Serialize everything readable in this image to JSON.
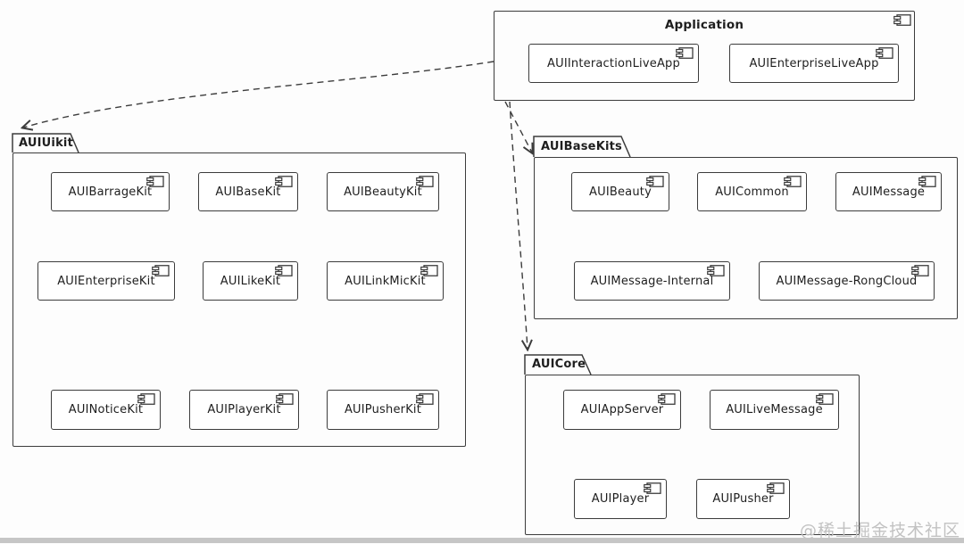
{
  "diagram_type": "uml-component-diagram",
  "packages": [
    {
      "name": "Application",
      "shape": "rectangle",
      "components": [
        "AUIInteractionLiveApp",
        "AUIEnterpriseLiveApp"
      ]
    },
    {
      "name": "AUIUikit",
      "shape": "folder",
      "components": [
        "AUIBarrageKit",
        "AUIBaseKit",
        "AUIBeautyKit",
        "AUIEnterpriseKit",
        "AUILikeKit",
        "AUILinkMicKit",
        "AUINoticeKit",
        "AUIPlayerKit",
        "AUIPusherKit"
      ]
    },
    {
      "name": "AUIBaseKits",
      "shape": "folder",
      "components": [
        "AUIBeauty",
        "AUICommon",
        "AUIMessage",
        "AUIMessage-Internal",
        "AUIMessage-RongCloud"
      ]
    },
    {
      "name": "AUICore",
      "shape": "folder",
      "components": [
        "AUIAppServer",
        "AUILiveMessage",
        "AUIPlayer",
        "AUIPusher"
      ]
    }
  ],
  "relations": [
    {
      "from": "Application",
      "to": "AUIUikit",
      "style": "dashed-dependency-arrow"
    },
    {
      "from": "Application",
      "to": "AUIBaseKits",
      "style": "dashed-dependency-arrow"
    },
    {
      "from": "Application",
      "to": "AUICore",
      "style": "dashed-dependency-arrow"
    }
  ],
  "icons": {
    "component": "uml-component-icon"
  },
  "watermark": "@稀土掘金技术社区",
  "colors": {
    "line": "#3c3c3c",
    "background": "#fdfdfd",
    "box_fill": "#ffffff",
    "watermark": "#c2c2c2",
    "bottom_bar": "#c6c6c6"
  }
}
